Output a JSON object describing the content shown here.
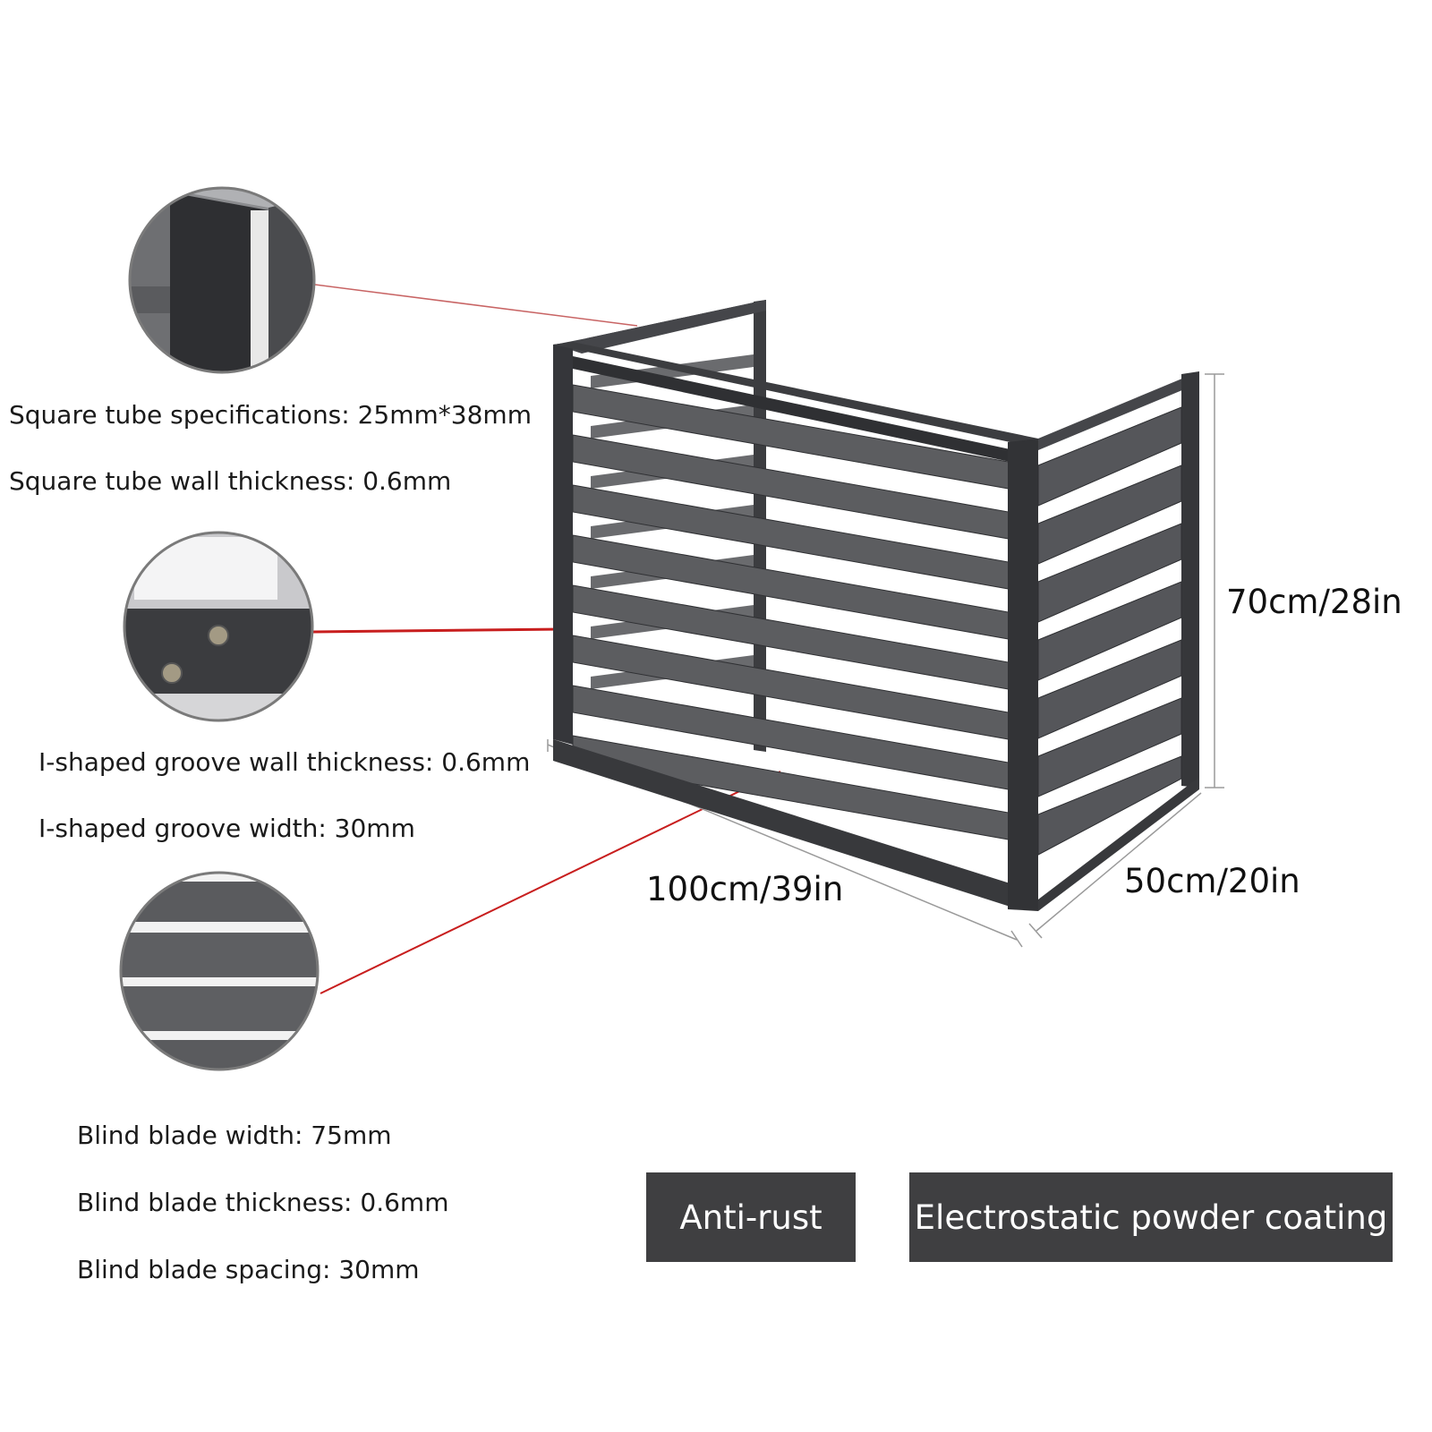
{
  "specs": {
    "tube_spec": "Square tube specifications: 25mm*38mm",
    "tube_wall": "Square tube wall thickness: 0.6mm",
    "groove_wall": "I-shaped groove wall thickness: 0.6mm",
    "groove_width": "I-shaped groove width: 30mm",
    "blade_width": "Blind blade width: 75mm",
    "blade_thickness": "Blind blade thickness: 0.6mm",
    "blade_spacing": "Blind blade spacing: 30mm"
  },
  "dimensions": {
    "height": "70cm/28in",
    "length": "100cm/39in",
    "depth": "50cm/20in"
  },
  "badges": {
    "anti_rust": "Anti-rust",
    "coating": "Electrostatic powder coating"
  },
  "colors": {
    "frame": "#3c3d40",
    "blade": "#5c5d60",
    "leader_line": "#c81e1e",
    "badge_bg": "#3f3f41"
  }
}
